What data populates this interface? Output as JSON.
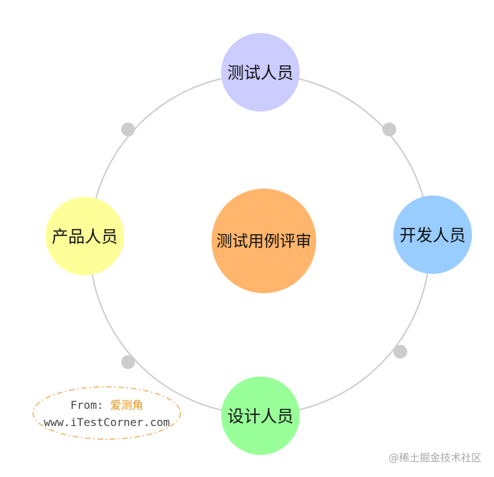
{
  "diagram": {
    "center": {
      "label": "测试用例评审",
      "color": "#ffb56b"
    },
    "nodes": {
      "top": {
        "label": "测试人员",
        "color": "#ccccff"
      },
      "right": {
        "label": "开发人员",
        "color": "#99ccff"
      },
      "bottom": {
        "label": "设计人员",
        "color": "#99ff99"
      },
      "left": {
        "label": "产品人员",
        "color": "#ffff99"
      }
    },
    "ring_color": "#cccccc",
    "connector_dot_color": "#cccccc"
  },
  "watermark": {
    "line1_prefix": "From: ",
    "line1_brand": "爱测角",
    "line2": "www.iTestCorner.com",
    "border_color": "#f0c080",
    "brand_color": "#e8900c"
  },
  "footer": {
    "text": "@稀土掘金技术社区"
  }
}
